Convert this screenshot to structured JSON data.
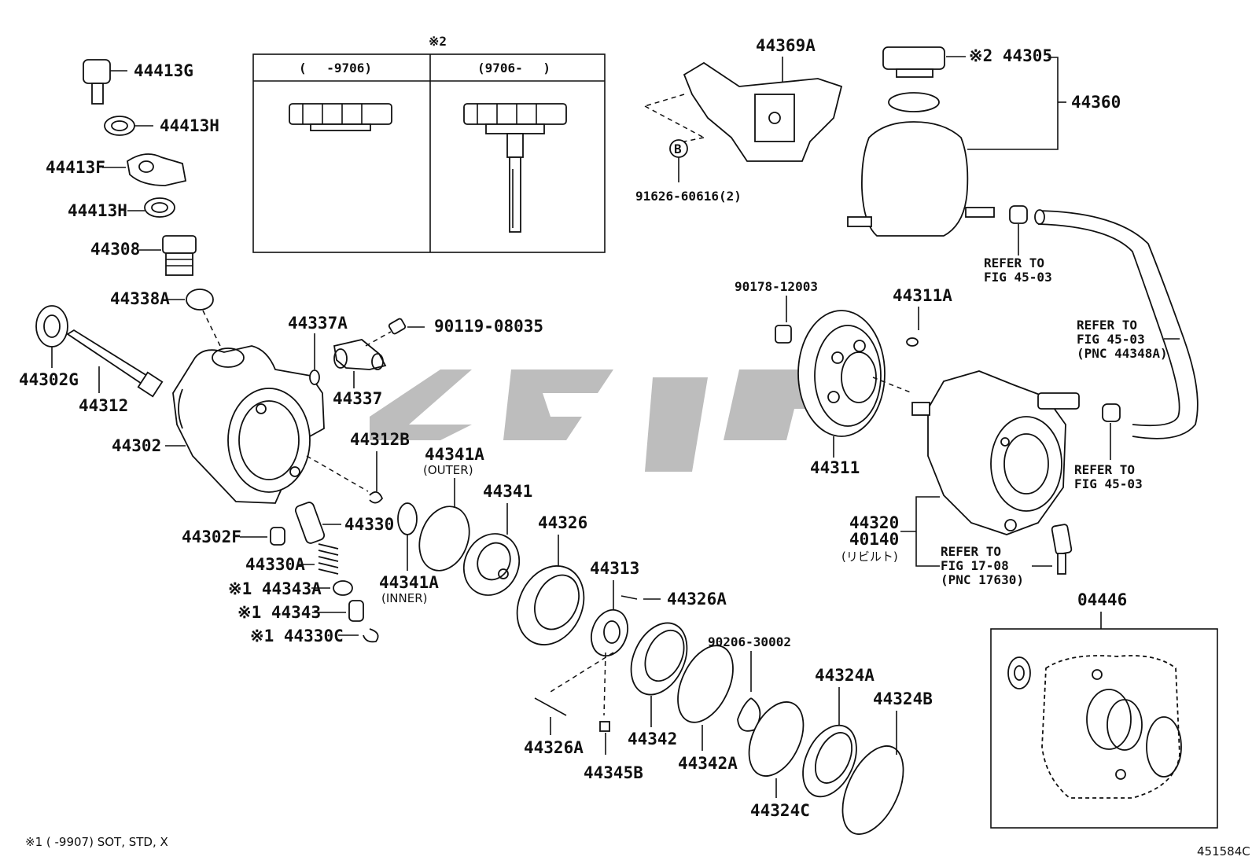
{
  "diagram": {
    "code": "451584C",
    "footnote": "※1 ( -9907) SOT, STD, X",
    "inset": {
      "mark": "※2",
      "left_header": "(　 -9706)",
      "right_header": "(9706- 　)"
    },
    "parts": {
      "p44413G": "44413G",
      "p44413H_top": "44413H",
      "p44413F": "44413F",
      "p44413H_bot": "44413H",
      "p44308": "44308",
      "p44338A": "44338A",
      "p44302G": "44302G",
      "p44312": "44312",
      "p44302": "44302",
      "p44302F": "44302F",
      "p44330A": "44330A",
      "p44343A": "※1 44343A",
      "p44343": "※1 44343",
      "p44330C": "※1 44330C",
      "p44330": "44330",
      "p44337A": "44337A",
      "p44337": "44337",
      "p90119": "90119-08035",
      "p44312B": "44312B",
      "p44341A_outer": "44341A",
      "outer_note": "(OUTER)",
      "p44341A_inner": "44341A",
      "inner_note": "(INNER)",
      "p44341": "44341",
      "p44326": "44326",
      "p44313": "44313",
      "p44326A_right": "44326A",
      "p44326A_bot": "44326A",
      "p44345B": "44345B",
      "p44342": "44342",
      "p90206": "90206-30002",
      "p44342A": "44342A",
      "p44324A": "44324A",
      "p44324B": "44324B",
      "p44324C": "44324C",
      "p44369A": "44369A",
      "callout_b": "B",
      "p91626": "91626-60616(2)",
      "p44305": "※2 44305",
      "p44360": "44360",
      "p90178": "90178-12003",
      "p44311A": "44311A",
      "p44311": "44311",
      "p44320": "44320",
      "p40140": "40140",
      "rebuilt": "(リビルト)",
      "p04446": "04446"
    },
    "refs": {
      "ref1": [
        "REFER TO",
        "FIG 45-03"
      ],
      "ref2": [
        "REFER TO",
        "FIG 45-03",
        "(PNC 44348A)"
      ],
      "ref3": [
        "REFER TO",
        "FIG 45-03"
      ],
      "ref4": [
        "REFER TO",
        "FIG 17-08",
        "(PNC 17630)"
      ]
    }
  }
}
